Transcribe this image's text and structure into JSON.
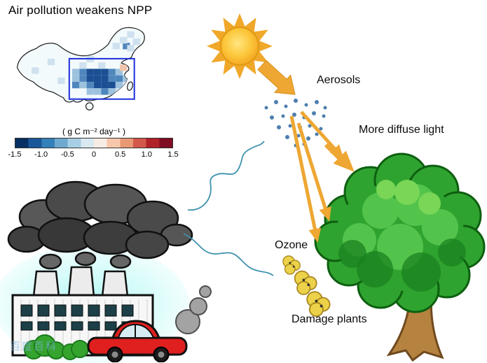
{
  "title": "Air pollution weakens NPP",
  "map": {
    "cell_colors": [
      "#1b4f94",
      "#4f87bd",
      "#9dc2de",
      "#cfe1ef",
      "#f2c4ad"
    ],
    "cells": [
      [
        112,
        66,
        0
      ],
      [
        122,
        66,
        0
      ],
      [
        132,
        66,
        0
      ],
      [
        112,
        75,
        0
      ],
      [
        122,
        75,
        0
      ],
      [
        132,
        75,
        0
      ],
      [
        122,
        84,
        0
      ],
      [
        132,
        84,
        0
      ],
      [
        142,
        84,
        0
      ],
      [
        102,
        66,
        1
      ],
      [
        142,
        75,
        1
      ],
      [
        102,
        75,
        1
      ],
      [
        152,
        75,
        1
      ],
      [
        112,
        84,
        1
      ],
      [
        142,
        66,
        1
      ],
      [
        132,
        93,
        1
      ],
      [
        92,
        84,
        1
      ],
      [
        162,
        30,
        1
      ],
      [
        92,
        66,
        2
      ],
      [
        92,
        75,
        2
      ],
      [
        102,
        84,
        2
      ],
      [
        152,
        84,
        2
      ],
      [
        122,
        93,
        2
      ],
      [
        142,
        93,
        2
      ],
      [
        152,
        66,
        2
      ],
      [
        162,
        75,
        2
      ],
      [
        112,
        93,
        2
      ],
      [
        148,
        30,
        3
      ],
      [
        158,
        22,
        3
      ],
      [
        168,
        14,
        3
      ],
      [
        176,
        24,
        3
      ],
      [
        168,
        33,
        3
      ],
      [
        102,
        57,
        3
      ],
      [
        112,
        48,
        3
      ],
      [
        128,
        57,
        3
      ],
      [
        36,
        64,
        3
      ],
      [
        58,
        52,
        3
      ],
      [
        72,
        78,
        3
      ],
      [
        152,
        93,
        3
      ],
      [
        162,
        84,
        3
      ],
      [
        158,
        60,
        4
      ]
    ]
  },
  "colorbar": {
    "unit_label": "( g C m⁻² day⁻¹ )",
    "ticks": [
      "-1.5",
      "-1.0",
      "-0.5",
      "0",
      "0.5",
      "1.0",
      "1.5"
    ],
    "segments": [
      "#053061",
      "#1a5899",
      "#3480b9",
      "#6fa9cf",
      "#a7cfe4",
      "#d9e9f1",
      "#f7ece3",
      "#f7c7ab",
      "#e89873",
      "#d25849",
      "#b02228",
      "#7f0c22"
    ]
  },
  "labels": {
    "aerosols": "Aerosols",
    "more_diffuse_light": "More diffuse light",
    "ozone": "Ozone",
    "damage_plants": "Damage plants"
  },
  "aerosols": {
    "dots": [
      [
        380,
        154,
        2.5
      ],
      [
        394,
        146,
        3
      ],
      [
        408,
        152,
        2.5
      ],
      [
        422,
        144,
        3
      ],
      [
        437,
        150,
        2.5
      ],
      [
        452,
        146,
        3
      ],
      [
        464,
        154,
        2.5
      ],
      [
        388,
        168,
        3
      ],
      [
        404,
        166,
        2.5
      ],
      [
        420,
        164,
        3
      ],
      [
        434,
        168,
        2.5
      ],
      [
        448,
        162,
        3
      ],
      [
        462,
        166,
        2.5
      ],
      [
        398,
        182,
        3
      ],
      [
        414,
        180,
        2.5
      ],
      [
        428,
        182,
        3
      ],
      [
        442,
        180,
        2.5
      ],
      [
        458,
        184,
        2.5
      ],
      [
        410,
        196,
        3
      ],
      [
        426,
        194,
        2.5
      ],
      [
        440,
        198,
        3
      ],
      [
        452,
        192,
        2.5
      ],
      [
        422,
        208,
        2.5
      ],
      [
        434,
        206,
        2.5
      ]
    ]
  },
  "watermark": "百度百科",
  "palette": {
    "arrow": "#eea733",
    "aerosol_dot": "#4d7fae",
    "sun_core": "#ffd94e",
    "sun_ray": "#f0a82a",
    "connector": "#3f93ad",
    "ozone_blob": "#ecd24a",
    "car": "#e01f1f",
    "tree_green": "#2fa32f",
    "tree_dark": "#0d5f10",
    "trunk": "#b5823f",
    "map_box": "#2233dd"
  }
}
